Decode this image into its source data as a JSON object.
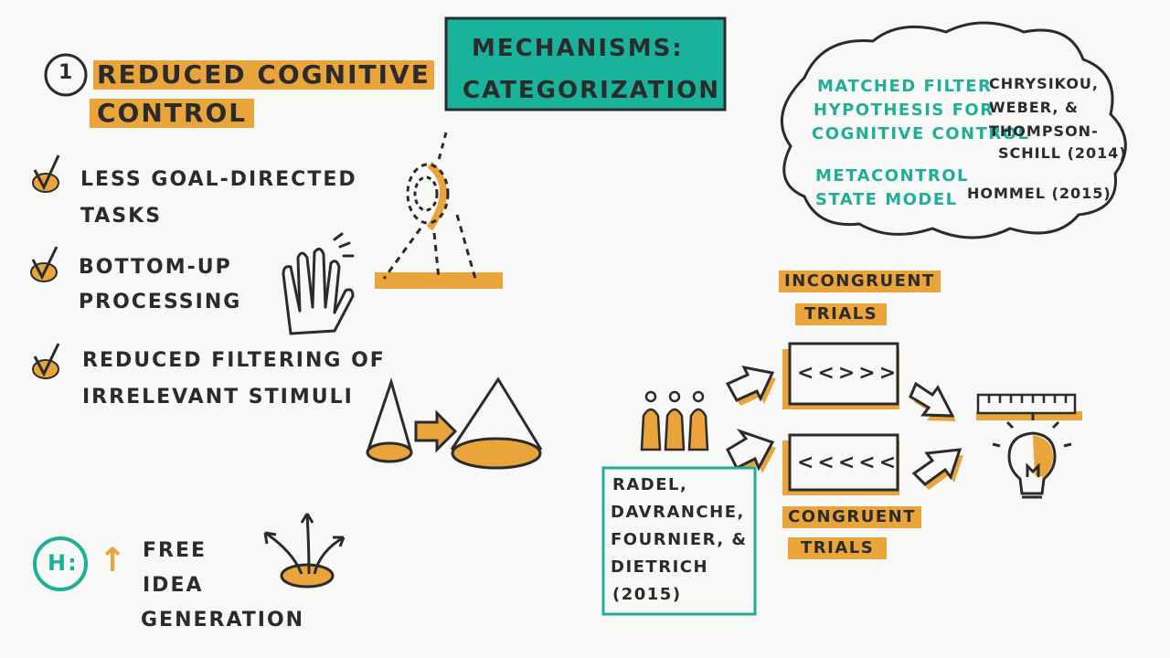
{
  "title": {
    "line1": "MECHANISMS:",
    "line2": "CATEGORIZATION"
  },
  "section1": {
    "number": "1",
    "line1": "REDUCED COGNITIVE",
    "line2": "CONTROL"
  },
  "points": [
    {
      "line1": "LESS GOAL-DIRECTED",
      "line2": "TASKS"
    },
    {
      "line1": "BOTTOM-UP",
      "line2": "PROCESSING"
    },
    {
      "line1": "REDUCED FILTERING OF",
      "line2": "IRRELEVANT STIMULI"
    }
  ],
  "hypothesis": {
    "label": "H:",
    "arrow": "↑",
    "line1": "FREE",
    "line2": "IDEA",
    "line3": "GENERATION"
  },
  "cloud": {
    "model1": {
      "line1": "MATCHED FILTER",
      "line2": "HYPOTHESIS FOR",
      "line3": "COGNITIVE CONTROL"
    },
    "ref1": {
      "line1": "CHRYSIKOU,",
      "line2": "WEBER, &",
      "line3": "THOMPSON-",
      "line4": "SCHILL (2014)"
    },
    "model2": {
      "line1": "METACONTROL",
      "line2": "STATE MODEL"
    },
    "ref2": "HOMMEL (2015)"
  },
  "incongruent": {
    "line1": "INCONGRUENT",
    "line2": "TRIALS",
    "stimulus": "<<>>>"
  },
  "congruent": {
    "line1": "CONGRUENT",
    "line2": "TRIALS",
    "stimulus": "<<<<<"
  },
  "reference": {
    "line1": "RADEL,",
    "line2": "DAVRANCHE,",
    "line3": "FOURNIER, &",
    "line4": "DIETRICH",
    "line5": "(2015)"
  },
  "colors": {
    "accent": "#e9a53c",
    "teal": "#1fae96",
    "ink": "#2b2b2b",
    "background": "#f8f8f6"
  }
}
